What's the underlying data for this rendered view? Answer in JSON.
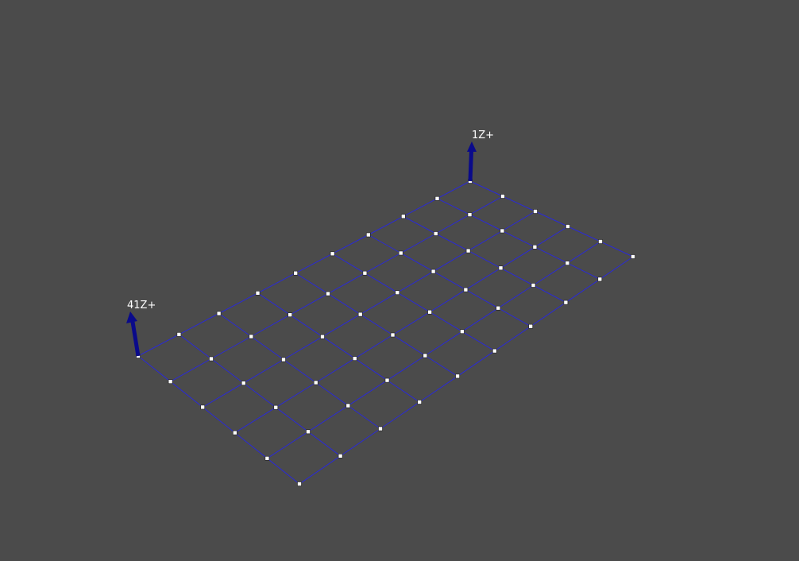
{
  "viewport": {
    "background": "#4b4b4b",
    "mesh_line_color": "#2a2ad6",
    "node_color": "#ffffff",
    "arrow_color": "#0a0a8a"
  },
  "mesh": {
    "rows": 5,
    "cols": 9
  },
  "loads": [
    {
      "label": "1Z+"
    },
    {
      "label": "41Z+"
    }
  ]
}
